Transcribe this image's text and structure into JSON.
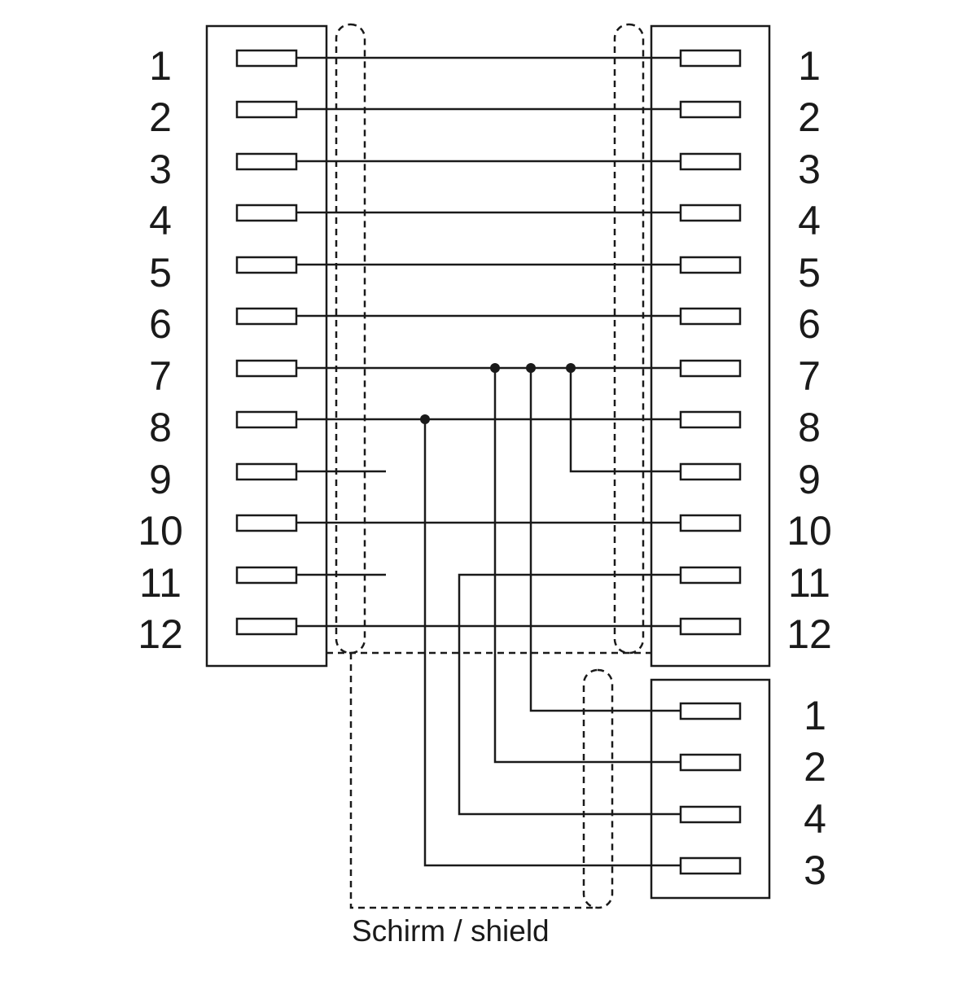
{
  "colors": {
    "line": "#1a1a1a",
    "background": "#ffffff"
  },
  "left_connector": {
    "pins": [
      "1",
      "2",
      "3",
      "4",
      "5",
      "6",
      "7",
      "8",
      "9",
      "10",
      "11",
      "12"
    ]
  },
  "right_connector": {
    "pins": [
      "1",
      "2",
      "3",
      "4",
      "5",
      "6",
      "7",
      "8",
      "9",
      "10",
      "11",
      "12"
    ]
  },
  "bottom_connector": {
    "pins": [
      "1",
      "2",
      "4",
      "3"
    ]
  },
  "shield_label": "Schirm / shield"
}
